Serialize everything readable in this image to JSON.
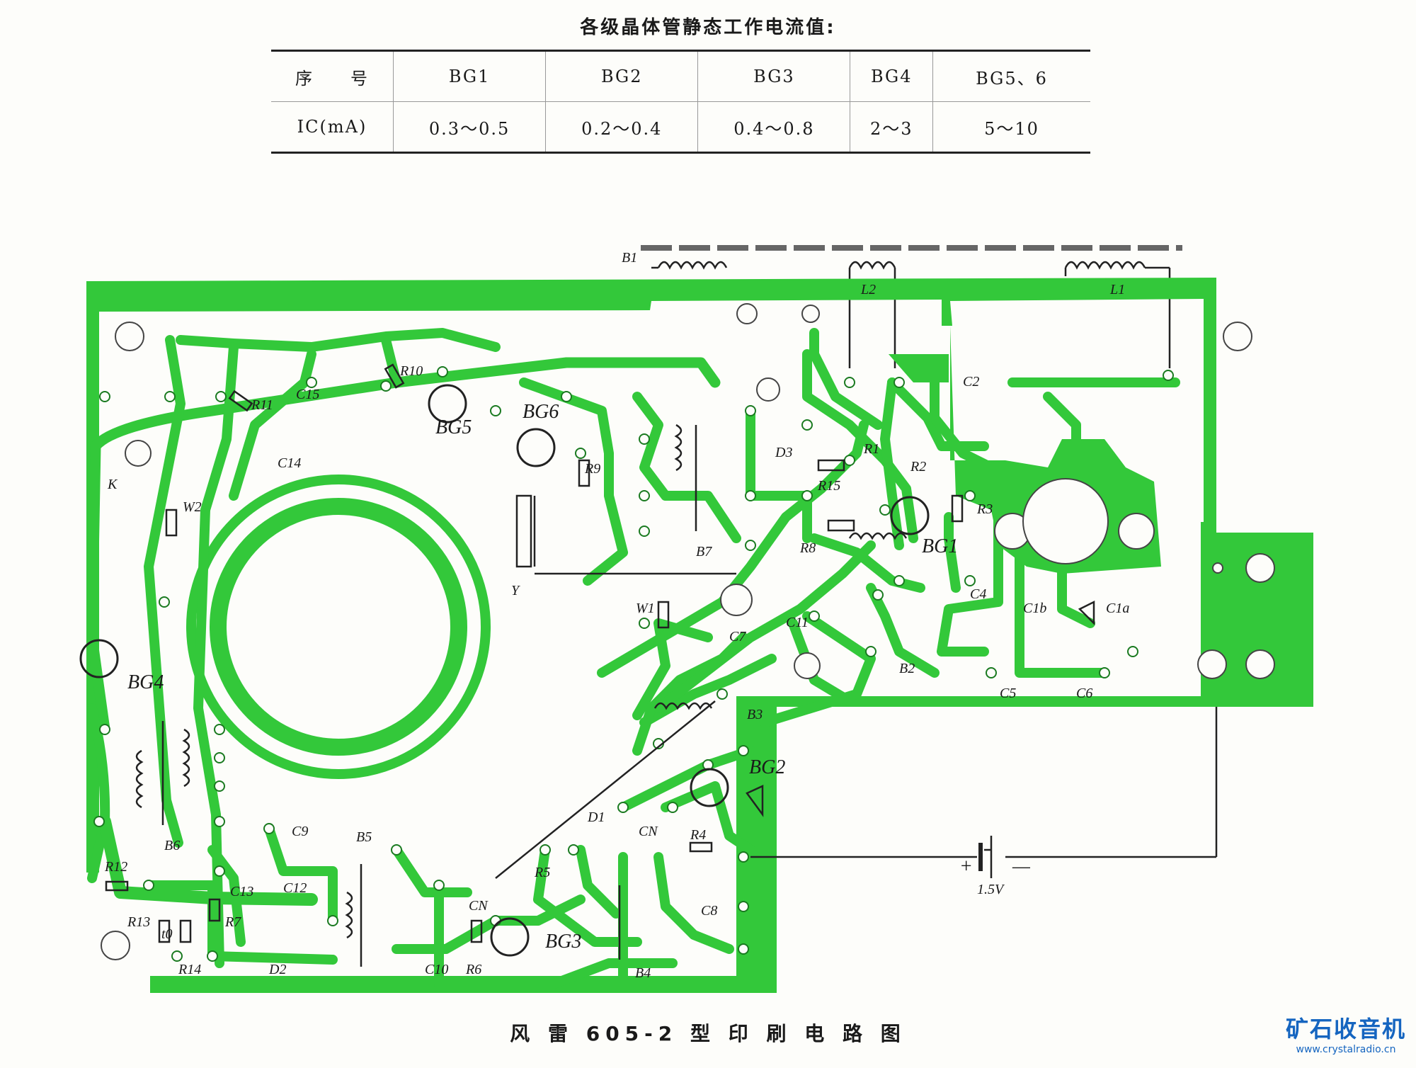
{
  "table": {
    "title": "各级晶体管静态工作电流值:",
    "header": [
      "序　　号",
      "BG1",
      "BG2",
      "BG3",
      "BG4",
      "BG5、6"
    ],
    "row": [
      "IC(mA)",
      "0.3～0.5",
      "0.2～0.4",
      "0.4～0.8",
      "2～3",
      "5～10"
    ]
  },
  "labels": {
    "b1": "B1",
    "l1": "L1",
    "l2": "L2",
    "c2": "C2",
    "d3": "D3",
    "r1": "R1",
    "r2": "R2",
    "r3": "R3",
    "r15": "R15",
    "r8": "R8",
    "bg1": "BG1",
    "c4": "C4",
    "c1b": "C1b",
    "c1a": "C1a",
    "c5": "C5",
    "c6": "C6",
    "b2": "B2",
    "c11": "C11",
    "w1": "W1",
    "c7": "C7",
    "b3": "B3",
    "bg2": "BG2",
    "r4": "R4",
    "cn1": "CN",
    "d1": "D1",
    "c8": "C8",
    "b4": "B4",
    "bg3": "BG3",
    "r6": "R6",
    "c10": "C10",
    "cn2": "CN",
    "r5": "R5",
    "b5": "B5",
    "c12": "C12",
    "c9": "C9",
    "d2": "D2",
    "r7": "R7",
    "c13": "C13",
    "r14": "R14",
    "r13": "R13",
    "t0": "t0",
    "r12": "R12",
    "b6": "B6",
    "bg4": "BG4",
    "w2": "W2",
    "k": "K",
    "c14": "C14",
    "r11": "R11",
    "c15": "C15",
    "r10": "R10",
    "bg5": "BG5",
    "bg6": "BG6",
    "r9": "R9",
    "b7": "B7",
    "y": "Y"
  },
  "battery": {
    "plus": "+",
    "minus": "—",
    "voltage": "1.5V"
  },
  "caption": "风 雷 605-2 型 印 刷 电 路 图",
  "watermark": {
    "name": "矿石收音机",
    "url": "www.crystalradio.cn"
  },
  "colors": {
    "copper": "#33c83a",
    "substrate": "#fdfdfa",
    "ink": "#1a1a1a",
    "watermark": "#1565c0"
  }
}
